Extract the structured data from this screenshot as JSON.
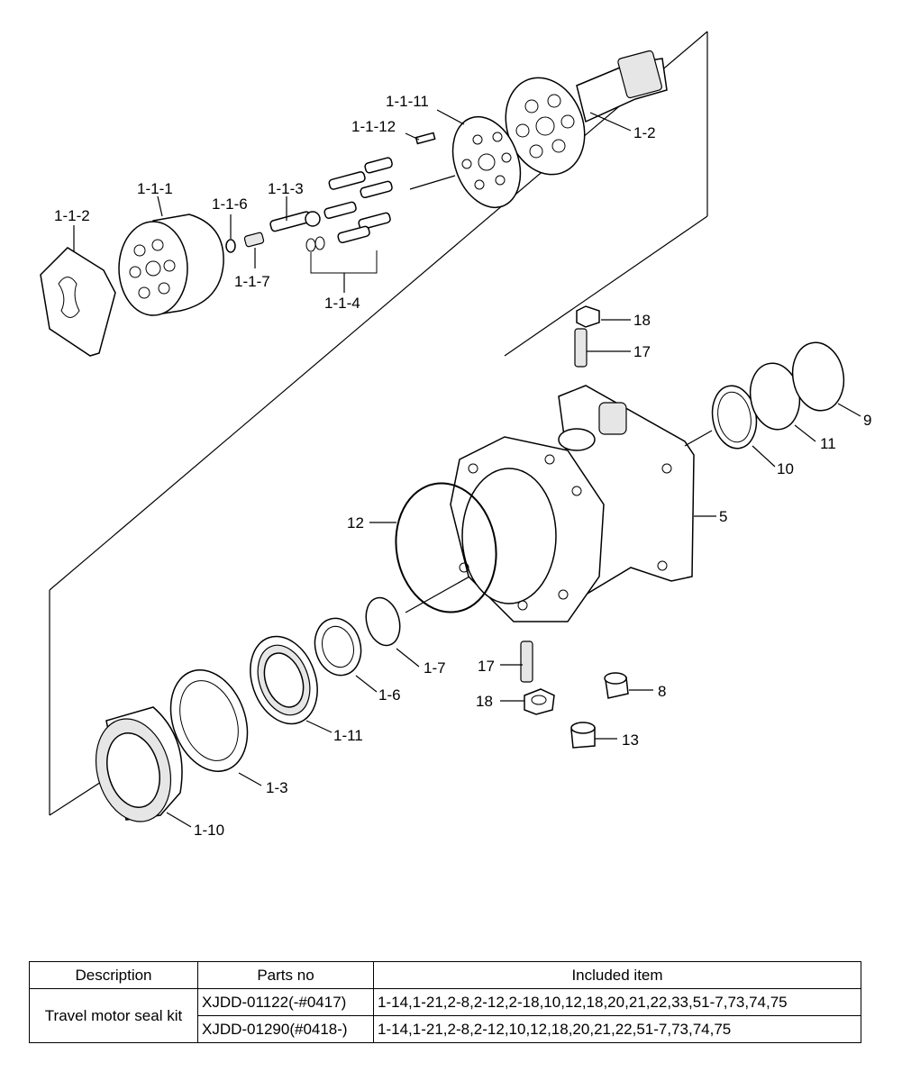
{
  "diagram": {
    "callouts": [
      "1-1-11",
      "1-1-12",
      "1-2",
      "1-1-1",
      "1-1-2",
      "1-1-6",
      "1-1-3",
      "1-1-7",
      "1-1-4",
      "18",
      "17",
      "9",
      "11",
      "10",
      "5",
      "12",
      "1-7",
      "1-6",
      "1-11",
      "1-3",
      "1-10",
      "17",
      "18",
      "8",
      "13"
    ]
  },
  "table": {
    "headers": [
      "Description",
      "Parts no",
      "Included item"
    ],
    "description": "Travel motor seal kit",
    "rows": [
      {
        "parts_no": "XJDD-01122(-#0417)",
        "included": "1-14,1-21,2-8,2-12,2-18,10,12,18,20,21,22,33,51-7,73,74,75"
      },
      {
        "parts_no": "XJDD-01290(#0418-)",
        "included": "1-14,1-21,2-8,2-12,10,12,18,20,21,22,51-7,73,74,75"
      }
    ]
  }
}
